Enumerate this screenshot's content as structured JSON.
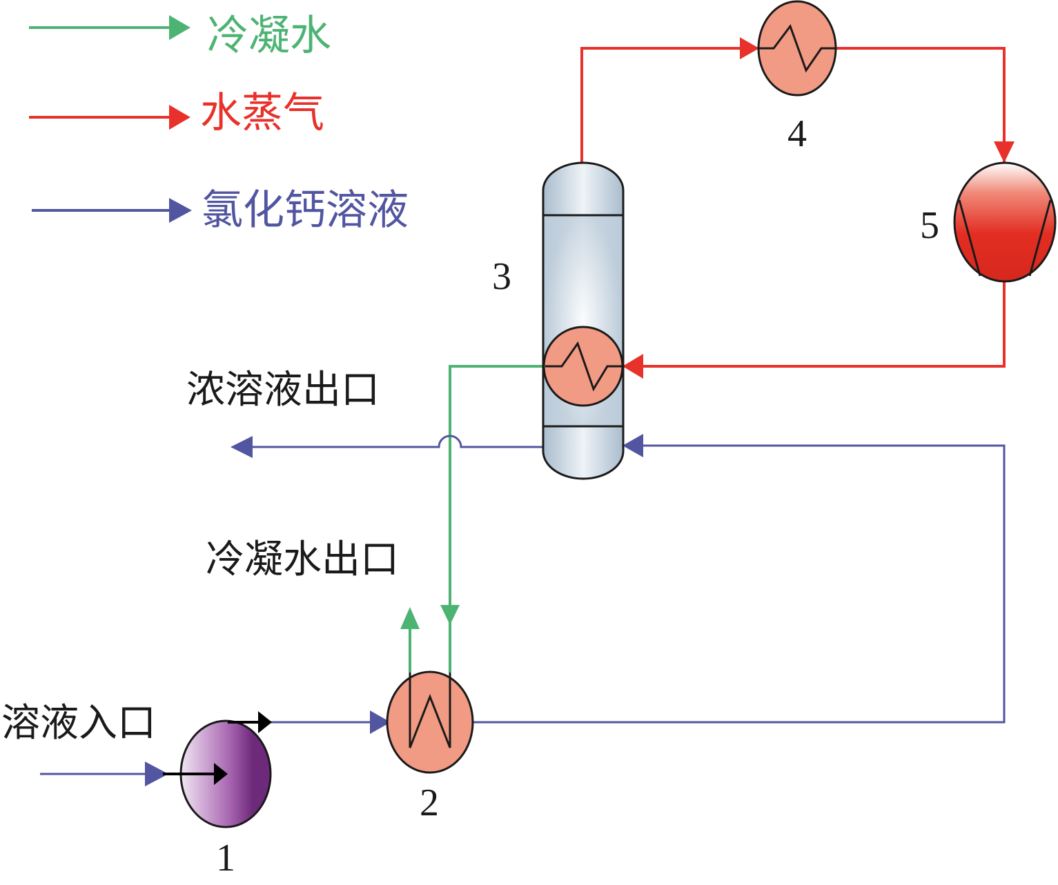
{
  "legend": {
    "condensate": "冷凝水",
    "steam": "水蒸气",
    "solution": "氯化钙溶液"
  },
  "labels": {
    "solution_inlet": "溶液入口",
    "concentrate_outlet": "浓溶液出口",
    "condensate_outlet": "冷凝水出口"
  },
  "equipment": {
    "pump": "1",
    "preheater": "2",
    "evaporator": "3",
    "heater": "4",
    "compressor": "5"
  },
  "colors": {
    "condensate": "#4db373",
    "steam": "#e8312a",
    "solution": "#5255a0",
    "exchanger_fill": "#f19a84",
    "pump_dark": "#6e2a7a",
    "vessel": "#b9c8d6"
  }
}
